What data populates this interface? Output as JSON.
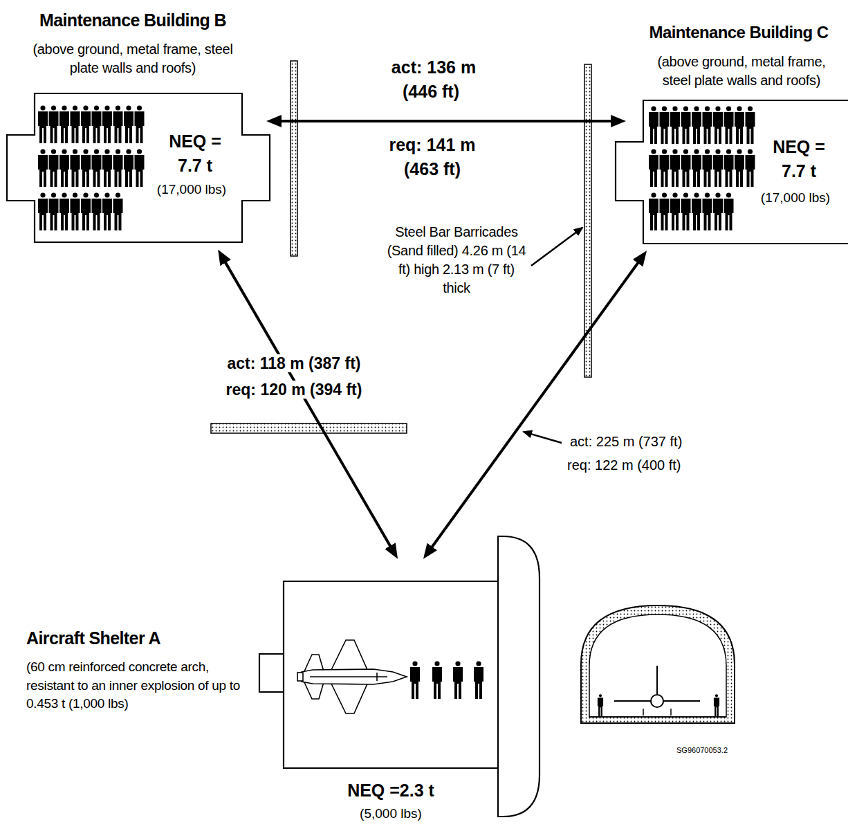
{
  "diagram": {
    "nodes": [
      {
        "text": [
          "Maintenance Building B",
          "(above ground, metal frame, steel plate walls and roofs)",
          "NEQ = 7.7 t",
          "(17,000 lbs)"
        ]
      },
      {
        "text": [
          "Maintenance Building C",
          "(above ground, metal frame, steel plate walls and roofs)",
          "NEQ = 7.7 t",
          "(17,000 lbs)"
        ]
      },
      {
        "text": [
          "Aircraft Shelter A",
          "(60 cm reinforced concrete arch, resistant to an inner explosion of up to 0.453 t (1,000 lbs)",
          "NEQ =2.3 t",
          "(5,000 lbs)"
        ]
      }
    ],
    "edges": [
      {
        "from": 0,
        "to": 1,
        "arrow": "both",
        "label": "act: 136 m (446 ft)"
      },
      {
        "from": 0,
        "to": 2,
        "arrow": "both",
        "label": "act: 118 m (387 ft)"
      },
      {
        "from": 1,
        "to": 2,
        "arrow": "both",
        "label": "act: 225 m (737 ft)"
      }
    ],
    "labels": [
      "req: 141 m (463 ft)",
      "Steel Bar Barricades (Sand filled) 4.26 m (14 ft) high 2.13 m (7 ft) thick",
      "req: 120 m (394 ft)",
      "req: 122 m (400 ft)",
      "SG96070053.2"
    ]
  }
}
